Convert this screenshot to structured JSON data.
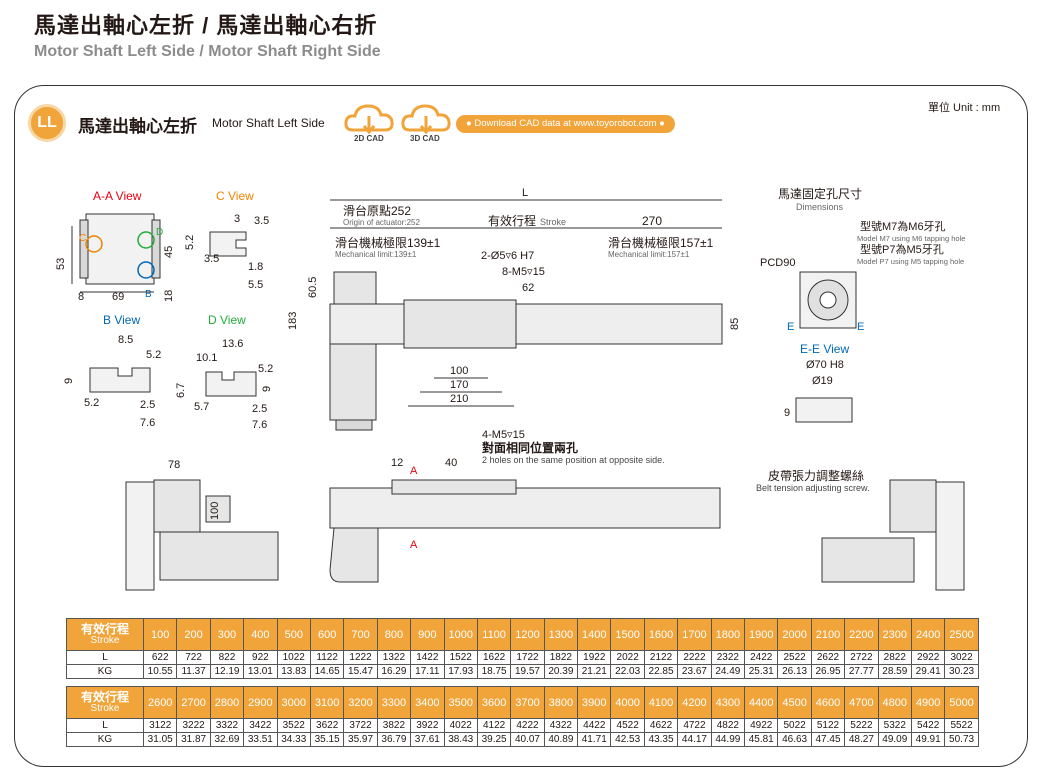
{
  "header": {
    "title_cn": "馬達出軸心左折 / 馬達出軸心右折",
    "title_en": "Motor Shaft Left  Side / Motor Shaft Right  Side"
  },
  "section": {
    "badge": "LL",
    "title": "馬達出軸心左折",
    "subtitle": "Motor Shaft Left Side",
    "unit": "單位 Unit : mm",
    "cad_2d": "2D CAD",
    "cad_3d": "3D CAD",
    "download": "● Download CAD data at www.toyorobot.com ●"
  },
  "views": {
    "aa": "A-A View",
    "c": "C View",
    "b": "B View",
    "d": "D View",
    "ee": "E-E View"
  },
  "labels": {
    "origin_cn": "滑台原點252",
    "origin_en": "Origin of actuator:252",
    "stroke_cn": "有效行程",
    "stroke_en": "Stroke",
    "mech139_cn": "滑台機械極限139±1",
    "mech139_en": "Mechanical limit:139±1",
    "mech157_cn": "滑台機械極限157±1",
    "mech157_en": "Mechanical limit:157±1",
    "hole_cn1": "2-Ø5▿6 H7",
    "hole_cn2": "8-M5▿15",
    "motor_fix_cn": "馬達固定孔尺寸",
    "motor_fix_en": "Dimensions",
    "m7_cn": "型號M7為M6牙孔",
    "m7_en": "Model M7 using M6 tapping hole",
    "p7_cn": "型號P7為M5牙孔",
    "p7_en": "Model P7 using M5 tapping hole",
    "pcd": "PCD90",
    "ee_h8": "Ø70 H8",
    "ee_19": "Ø19",
    "m5_top": "4-M5▿15",
    "m5_cn": "對面相同位置兩孔",
    "m5_en": "2 holes on the same position at opposite side.",
    "belt_cn": "皮帶張力調整螺絲",
    "belt_en": "Belt tension adjusting screw.",
    "L": "L",
    "A": "A",
    "E": "E",
    "C": "C",
    "D": "D",
    "B": "B"
  },
  "dims": {
    "d270": "270",
    "d62": "62",
    "d100": "100",
    "d170": "170",
    "d210": "210",
    "d60_5": "60.5",
    "d183": "183",
    "d85": "85",
    "d53": "53",
    "d45": "45",
    "d18": "18",
    "d8": "8",
    "d69": "69",
    "d3": "3",
    "d3_5": "3.5",
    "d5_2": "5.2",
    "d1_8": "1.8",
    "d5_5": "5.5",
    "d8_5": "8.5",
    "d9": "9",
    "d2_5": "2.5",
    "d7_6": "7.6",
    "d13_6": "13.6",
    "d10_1": "10.1",
    "d6_7": "6.7",
    "d5_7": "5.7",
    "d78": "78",
    "d12": "12",
    "d40": "40"
  },
  "table": {
    "stroke_cn": "有效行程",
    "stroke_en": "Stroke",
    "row_L": "L",
    "row_KG": "KG",
    "block1": {
      "stroke": [
        "100",
        "200",
        "300",
        "400",
        "500",
        "600",
        "700",
        "800",
        "900",
        "1000",
        "1100",
        "1200",
        "1300",
        "1400",
        "1500",
        "1600",
        "1700",
        "1800",
        "1900",
        "2000",
        "2100",
        "2200",
        "2300",
        "2400",
        "2500"
      ],
      "L": [
        "622",
        "722",
        "822",
        "922",
        "1022",
        "1122",
        "1222",
        "1322",
        "1422",
        "1522",
        "1622",
        "1722",
        "1822",
        "1922",
        "2022",
        "2122",
        "2222",
        "2322",
        "2422",
        "2522",
        "2622",
        "2722",
        "2822",
        "2922",
        "3022"
      ],
      "KG": [
        "10.55",
        "11.37",
        "12.19",
        "13.01",
        "13.83",
        "14.65",
        "15.47",
        "16.29",
        "17.11",
        "17.93",
        "18.75",
        "19.57",
        "20.39",
        "21.21",
        "22.03",
        "22.85",
        "23.67",
        "24.49",
        "25.31",
        "26.13",
        "26.95",
        "27.77",
        "28.59",
        "29.41",
        "30.23"
      ]
    },
    "block2": {
      "stroke": [
        "2600",
        "2700",
        "2800",
        "2900",
        "3000",
        "3100",
        "3200",
        "3300",
        "3400",
        "3500",
        "3600",
        "3700",
        "3800",
        "3900",
        "4000",
        "4100",
        "4200",
        "4300",
        "4400",
        "4500",
        "4600",
        "4700",
        "4800",
        "4900",
        "5000"
      ],
      "L": [
        "3122",
        "3222",
        "3322",
        "3422",
        "3522",
        "3622",
        "3722",
        "3822",
        "3922",
        "4022",
        "4122",
        "4222",
        "4322",
        "4422",
        "4522",
        "4622",
        "4722",
        "4822",
        "4922",
        "5022",
        "5122",
        "5222",
        "5322",
        "5422",
        "5522"
      ],
      "KG": [
        "31.05",
        "31.87",
        "32.69",
        "33.51",
        "34.33",
        "35.15",
        "35.97",
        "36.79",
        "37.61",
        "38.43",
        "39.25",
        "40.07",
        "40.89",
        "41.71",
        "42.53",
        "43.35",
        "44.17",
        "44.99",
        "45.81",
        "46.63",
        "47.45",
        "48.27",
        "49.09",
        "49.91",
        "50.73"
      ]
    }
  },
  "colors": {
    "accent": "#f0a43a",
    "view_red": "#e60012",
    "view_orange": "#f08300",
    "view_blue": "#0068b7",
    "view_green": "#22ac38"
  }
}
